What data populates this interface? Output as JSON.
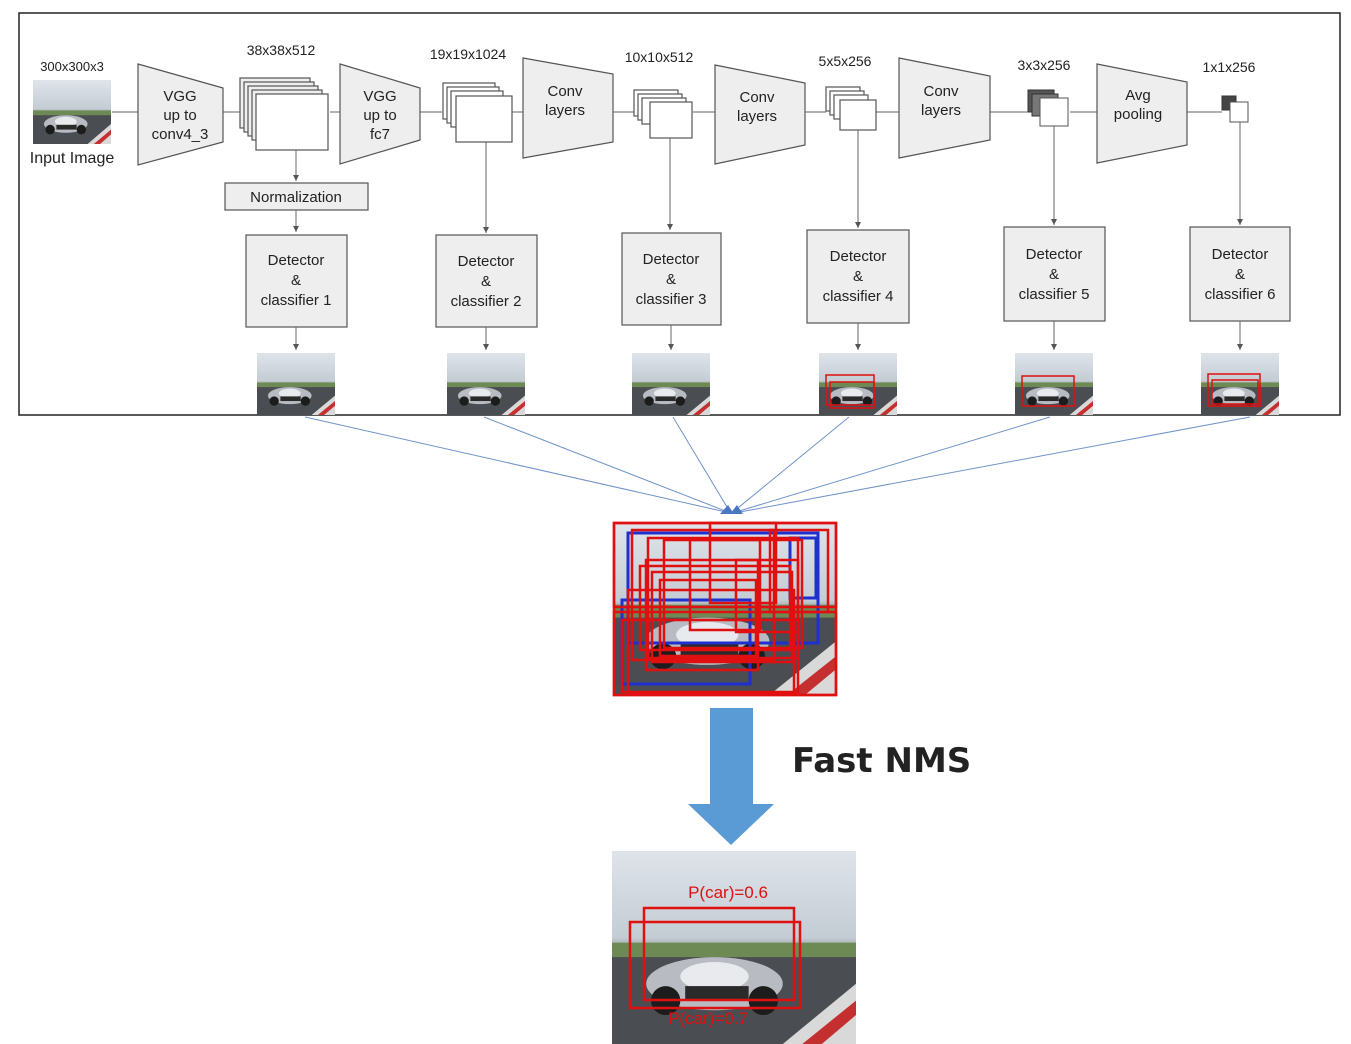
{
  "input": {
    "dims": "300x300x3",
    "label": "Input Image"
  },
  "feature_maps": [
    {
      "dims": "38x38x512"
    },
    {
      "dims": "19x19x1024"
    },
    {
      "dims": "10x10x512"
    },
    {
      "dims": "5x5x256"
    },
    {
      "dims": "3x3x256"
    },
    {
      "dims": "1x1x256"
    }
  ],
  "layers": [
    {
      "lines": [
        "VGG",
        "up to",
        "conv4_3"
      ]
    },
    {
      "lines": [
        "VGG",
        "up to",
        "fc7"
      ]
    },
    {
      "lines": [
        "Conv",
        "layers"
      ]
    },
    {
      "lines": [
        "Conv",
        "layers"
      ]
    },
    {
      "lines": [
        "Conv",
        "layers"
      ]
    },
    {
      "lines": [
        "Avg",
        "pooling"
      ]
    }
  ],
  "normalization": "Normalization",
  "detectors": [
    {
      "lines": [
        "Detector",
        "&",
        "classifier 1"
      ]
    },
    {
      "lines": [
        "Detector",
        "&",
        "classifier 2"
      ]
    },
    {
      "lines": [
        "Detector",
        "&",
        "classifier 3"
      ]
    },
    {
      "lines": [
        "Detector",
        "&",
        "classifier 4"
      ]
    },
    {
      "lines": [
        "Detector",
        "&",
        "classifier 5"
      ]
    },
    {
      "lines": [
        "Detector",
        "&",
        "classifier 6"
      ]
    }
  ],
  "nms_label": "Fast NMS",
  "final_labels": [
    "P(car)=0.6",
    "P(car)=0.7"
  ],
  "colors": {
    "box_red": "#e01010",
    "box_blue": "#1f2fd0",
    "arrow_blue": "#5b9bd5",
    "fan_line": "#6f93c8"
  }
}
